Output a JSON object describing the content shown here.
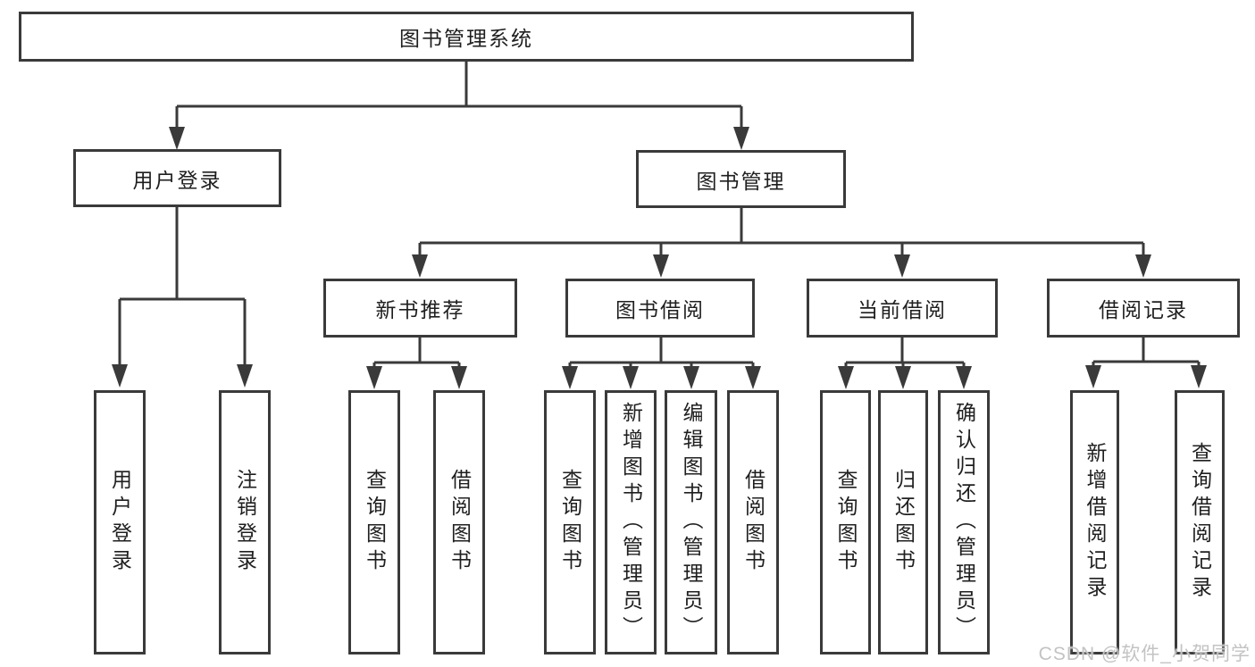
{
  "colors": {
    "line": "#3a3a3a",
    "border": "#3a3a3a",
    "text": "#1f1f1f",
    "watermark": "#c3c3c3",
    "background": "#ffffff"
  },
  "watermark": {
    "text": "CSDN @软件_小贺同学"
  },
  "diagram": {
    "type": "hierarchy-tree",
    "root": {
      "label": "图书管理系统"
    },
    "branches": {
      "user_login": {
        "label": "用户登录",
        "children": {
          "login": {
            "label": "用户登录"
          },
          "logout": {
            "label": "注销登录"
          }
        }
      },
      "book_mgmt": {
        "label": "图书管理",
        "sections": {
          "new_book": {
            "label": "新书推荐",
            "children": {
              "c1": {
                "label": "查询图书"
              },
              "c2": {
                "label": "借阅图书"
              }
            }
          },
          "borrow": {
            "label": "图书借阅",
            "children": {
              "c1": {
                "label": "查询图书"
              },
              "c2": {
                "label": "新增图书（管理员）"
              },
              "c3": {
                "label": "编辑图书（管理员）"
              },
              "c4": {
                "label": "借阅图书"
              }
            }
          },
          "current": {
            "label": "当前借阅",
            "children": {
              "c1": {
                "label": "查询图书"
              },
              "c2": {
                "label": "归还图书"
              },
              "c3": {
                "label": "确认归还（管理员）"
              }
            }
          },
          "records": {
            "label": "借阅记录",
            "children": {
              "c1": {
                "label": "新增借阅记录"
              },
              "c2": {
                "label": "查询借阅记录"
              }
            }
          }
        }
      }
    }
  }
}
